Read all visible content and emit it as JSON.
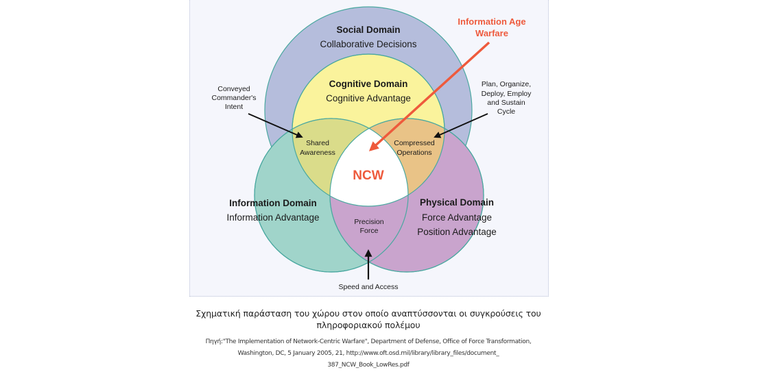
{
  "diagram": {
    "social": {
      "title": "Social Domain",
      "subtitle": "Collaborative Decisions"
    },
    "cognitive": {
      "title": "Cognitive Domain",
      "subtitle": "Cognitive Advantage"
    },
    "information": {
      "title": "Information Domain",
      "subtitle": "Information Advantage"
    },
    "physical": {
      "title": "Physical Domain",
      "lines": [
        "Force Advantage",
        "Position Advantage"
      ]
    },
    "overlaps": {
      "shared_awareness": [
        "Shared",
        "Awareness"
      ],
      "compressed_operations": [
        "Compressed",
        "Operations"
      ],
      "precision_force": [
        "Precision",
        "Force"
      ],
      "center": "NCW"
    },
    "annotations": {
      "information_age_warfare": [
        "Information Age",
        "Warfare"
      ],
      "commanders_intent": [
        "Conveyed",
        "Commander's",
        "Intent"
      ],
      "plan_cycle": [
        "Plan, Organize,",
        "Deploy, Employ",
        "and Sustain",
        "Cycle"
      ],
      "speed_access": "Speed and Access"
    },
    "colors": {
      "social": "#b5bddc",
      "cognitive": "#faf39c",
      "information": "#a0d4ca",
      "physical": "#c9a4cd",
      "shared_awareness": "#dadc8a",
      "compressed_operations": "#e9c387",
      "precision_force": "#c9a4cd",
      "outline": "#4aa8a0",
      "accent": "#ee5a3c"
    }
  },
  "caption": {
    "title_lines": [
      "Σχηματική παράσταση του χώρου στον οποίο αναπτύσσονται οι συγκρούσεις του",
      "πληροφοριακού πολέμου"
    ],
    "source_lines": [
      "Πηγή:\"The Implementation of Network-Centric Warfare\", Department of Defense, Office of Force Transformation,",
      "Washington, DC, 5 January 2005, 21, http://www.oft.osd.mil/library/library_files/document_",
      "387_NCW_Book_LowRes.pdf"
    ]
  }
}
